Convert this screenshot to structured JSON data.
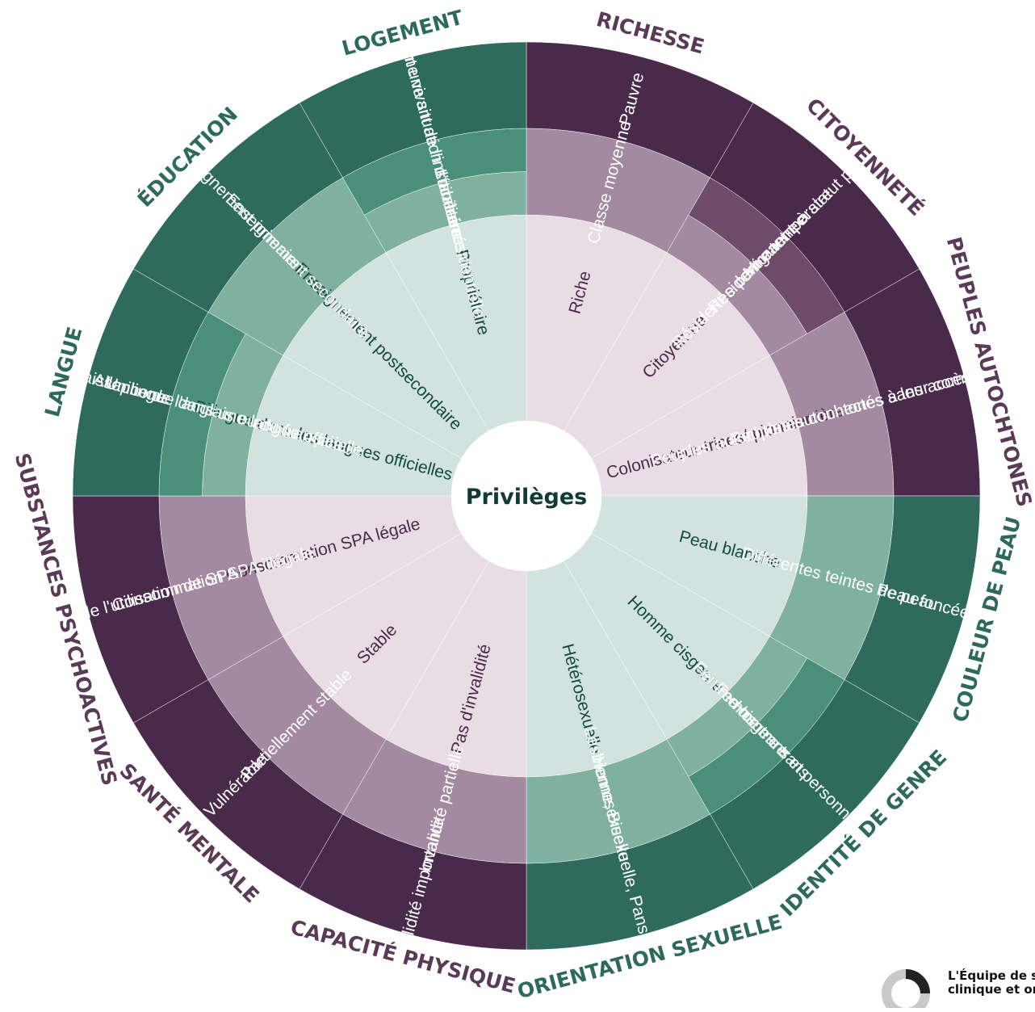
{
  "center": {
    "title": "Privilèges"
  },
  "colors": {
    "green_ring1": "#d2e3df",
    "green_ring2": "#7fb0a0",
    "green_ring3": "#4a8f7a",
    "green_ring4": "#2f6b5d",
    "purple_ring1": "#e8dde5",
    "purple_ring2": "#a48aa0",
    "purple_ring3": "#6e4c69",
    "purple_ring4": "#4a2a4a",
    "dark_green_label": "#2e6a5c",
    "dark_purple_label": "#5a3a56",
    "text_dark_green": "#134a40",
    "text_dark_purple": "#4a2a48",
    "text_light": "#ffffff"
  },
  "sectors": [
    {
      "id": "richesse",
      "category": "RICHESSE",
      "family": "purple",
      "labels": [
        "Riche",
        "Classe moyenne",
        "Pauvre"
      ]
    },
    {
      "id": "citoyennete",
      "category": "CITOYENNETÉ",
      "family": "purple",
      "labels": [
        "Citoyen·ne",
        "Résident·e permanent·e",
        "Résident·e temporaire",
        "Migrant·e à statut précaire"
      ]
    },
    {
      "id": "peuples",
      "category": "PEUPLES AUTOCHTONES",
      "family": "purple",
      "labels": [
        "Colonisateur·trices/ pionnier·ières",
        "Peuples autochtones connectés à leur communauté",
        "Peuples autochtones sans accès à leur communauté"
      ]
    },
    {
      "id": "couleur",
      "category": "COULEUR DE PEAU",
      "family": "green",
      "labels": [
        "Peau blanche",
        "Différentes teintes de peau",
        "Peau foncée"
      ]
    },
    {
      "id": "genre",
      "category": "IDENTITÉ DE GENRE",
      "family": "green",
      "labels": [
        "Homme cisgenre",
        "Femme cisgenre",
        "Homme trans",
        "Femme trans et personne non binaire"
      ]
    },
    {
      "id": "orientation",
      "category": "ORIENTATION SEXUELLE",
      "family": "green",
      "labels": [
        "Hétérosexuelle",
        "Homosexuelle",
        "Lesbienne, Bisexuelle, Pansexuelle, Asexuée"
      ]
    },
    {
      "id": "capacite",
      "category": "CAPACITÉ PHYSIQUE",
      "family": "purple",
      "labels": [
        "Pas d'invalidité",
        "Invalidité partielle",
        "Invalidité importante"
      ]
    },
    {
      "id": "sante",
      "category": "SANTÉ MENTALE",
      "family": "purple",
      "labels": [
        "Stable",
        "Partiellement stable",
        "Vulnérable"
      ]
    },
    {
      "id": "substances",
      "category": "SUBSTANCES PSYCHOACTIVES",
      "family": "purple",
      "labels": [
        "Consommation SPA légale",
        "Consommation SPA illégale",
        "Trouble de l'utilisation de SPA"
      ]
    },
    {
      "id": "langue",
      "category": "LANGUE",
      "family": "green",
      "labels": [
        "Bilingue dans les langues officielles",
        "Unilingue dans une langue officielle",
        "Connaissance de l'anglais ou du français",
        "Allophone"
      ]
    },
    {
      "id": "education",
      "category": "ÉDUCATION",
      "family": "green",
      "labels": [
        "Enseignement postsecondaire",
        "Enseignement secondaire",
        "Enseignement primaire"
      ]
    },
    {
      "id": "logement",
      "category": "LOGEMENT",
      "family": "green",
      "labels": [
        "Propriétaire",
        "Locataire",
        "Personne vivant de l'instabilité résidentielle",
        "Personne vivant une situation d'itinérance"
      ]
    }
  ],
  "logo": {
    "line1": "L'Équipe de s",
    "line2": "clinique et or"
  }
}
